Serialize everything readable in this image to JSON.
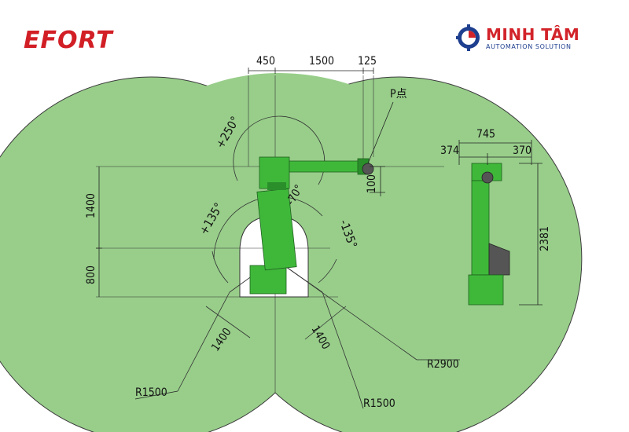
{
  "brand": {
    "left_logo": "EFORT",
    "right_logo_name": "MINH TÂM",
    "right_logo_sub": "AUTOMATION SOLUTION"
  },
  "colors": {
    "workspace_fill": "#98ce8a",
    "robot_green": "#3fb83a",
    "robot_dark": "#2a8f2a",
    "dim_line": "#222222",
    "brand_red": "#d21f26",
    "brand_blue": "#1e3f8f"
  },
  "top_view": {
    "dim_top_1": "450",
    "dim_top_2": "1500",
    "dim_top_3": "125",
    "point_label": "P点",
    "dim_wrist": "100",
    "angle_upper": "+250°",
    "angle_wrist": "-70°",
    "angle_left": "+135°",
    "angle_right": "-135°",
    "dim_left_upper": "1400",
    "dim_left_lower": "800",
    "dim_diag_left": "1400",
    "dim_diag_right": "1400",
    "radius_outer": "R2900",
    "radius_left": "R1500",
    "radius_right": "R1500"
  },
  "side_view": {
    "dim_total": "745",
    "dim_left": "374",
    "dim_right": "370",
    "dim_height": "2381"
  }
}
